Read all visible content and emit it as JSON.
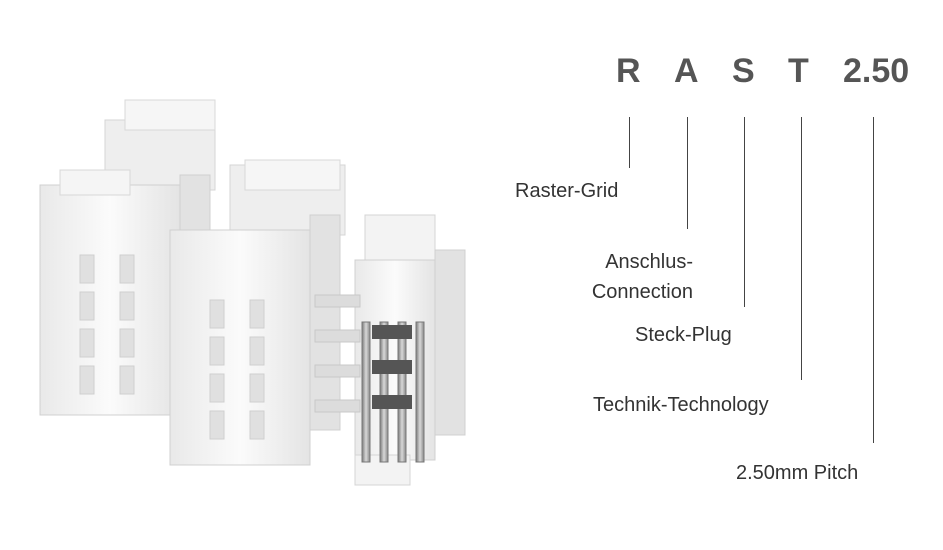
{
  "acronym": {
    "letters": [
      "R",
      "A",
      "S",
      "T",
      "2.50"
    ]
  },
  "labels": {
    "r": "Raster-Grid",
    "a_line1": "Anschlus-",
    "a_line2": "Connection",
    "s": "Steck-Plug",
    "t": "Technik-Technology",
    "pitch": "2.50mm Pitch"
  },
  "colors": {
    "letters": "#555555",
    "text": "#333333",
    "leader": "#444444",
    "connector_body": "#f4f4f4",
    "pins": "#9a9a9a"
  }
}
